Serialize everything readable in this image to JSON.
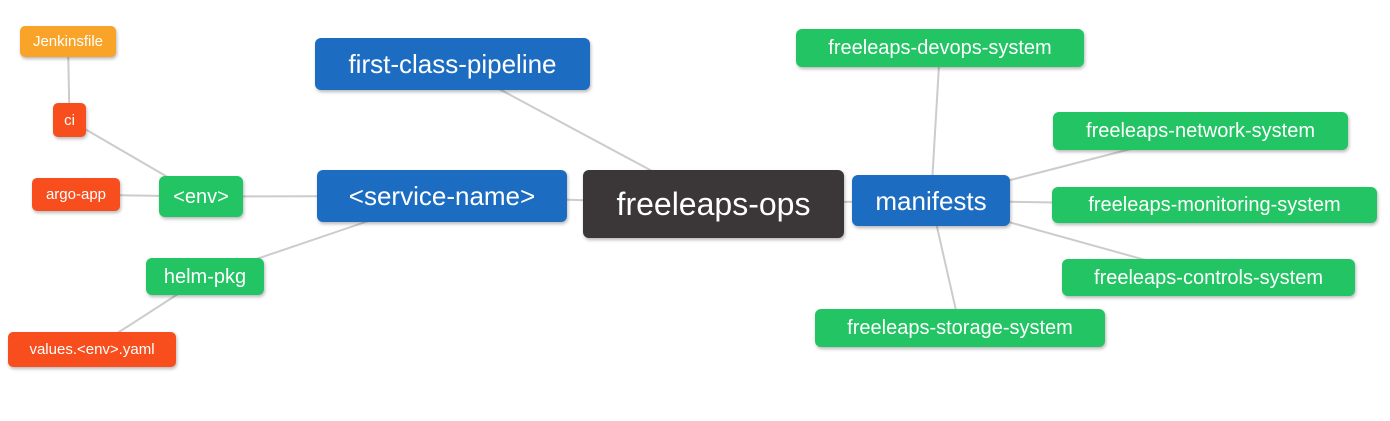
{
  "diagram": {
    "type": "mindmap",
    "root_id": "freeleaps-ops",
    "palette": {
      "orange": "#f9a428",
      "red": "#f84e1e",
      "green": "#22c463",
      "blue": "#1c6dc2",
      "dark": "#3b3637",
      "line": "#cccccc",
      "background": "#ffffff"
    },
    "nodes": [
      {
        "id": "jenkinsfile",
        "label": "Jenkinsfile",
        "color": "orange"
      },
      {
        "id": "ci",
        "label": "ci",
        "color": "red"
      },
      {
        "id": "argo-app",
        "label": "argo-app",
        "color": "red"
      },
      {
        "id": "env",
        "label": "<env>",
        "color": "green"
      },
      {
        "id": "helm-pkg",
        "label": "helm-pkg",
        "color": "green"
      },
      {
        "id": "values-env-yaml",
        "label": "values.<env>.yaml",
        "color": "red"
      },
      {
        "id": "first-class-pipeline",
        "label": "first-class-pipeline",
        "color": "blue"
      },
      {
        "id": "service-name",
        "label": "<service-name>",
        "color": "blue"
      },
      {
        "id": "freeleaps-ops",
        "label": "freeleaps-ops",
        "color": "dark"
      },
      {
        "id": "manifests",
        "label": "manifests",
        "color": "blue"
      },
      {
        "id": "freeleaps-devops-system",
        "label": "freeleaps-devops-system",
        "color": "green"
      },
      {
        "id": "freeleaps-network-system",
        "label": "freeleaps-network-system",
        "color": "green"
      },
      {
        "id": "freeleaps-monitoring-system",
        "label": "freeleaps-monitoring-system",
        "color": "green"
      },
      {
        "id": "freeleaps-controls-system",
        "label": "freeleaps-controls-system",
        "color": "green"
      },
      {
        "id": "freeleaps-storage-system",
        "label": "freeleaps-storage-system",
        "color": "green"
      }
    ],
    "edges": [
      [
        "jenkinsfile",
        "ci"
      ],
      [
        "ci",
        "env"
      ],
      [
        "argo-app",
        "env"
      ],
      [
        "env",
        "service-name"
      ],
      [
        "service-name",
        "helm-pkg"
      ],
      [
        "helm-pkg",
        "values-env-yaml"
      ],
      [
        "first-class-pipeline",
        "freeleaps-ops"
      ],
      [
        "service-name",
        "freeleaps-ops"
      ],
      [
        "freeleaps-ops",
        "manifests"
      ],
      [
        "manifests",
        "freeleaps-devops-system"
      ],
      [
        "manifests",
        "freeleaps-network-system"
      ],
      [
        "manifests",
        "freeleaps-monitoring-system"
      ],
      [
        "manifests",
        "freeleaps-controls-system"
      ],
      [
        "manifests",
        "freeleaps-storage-system"
      ]
    ]
  }
}
